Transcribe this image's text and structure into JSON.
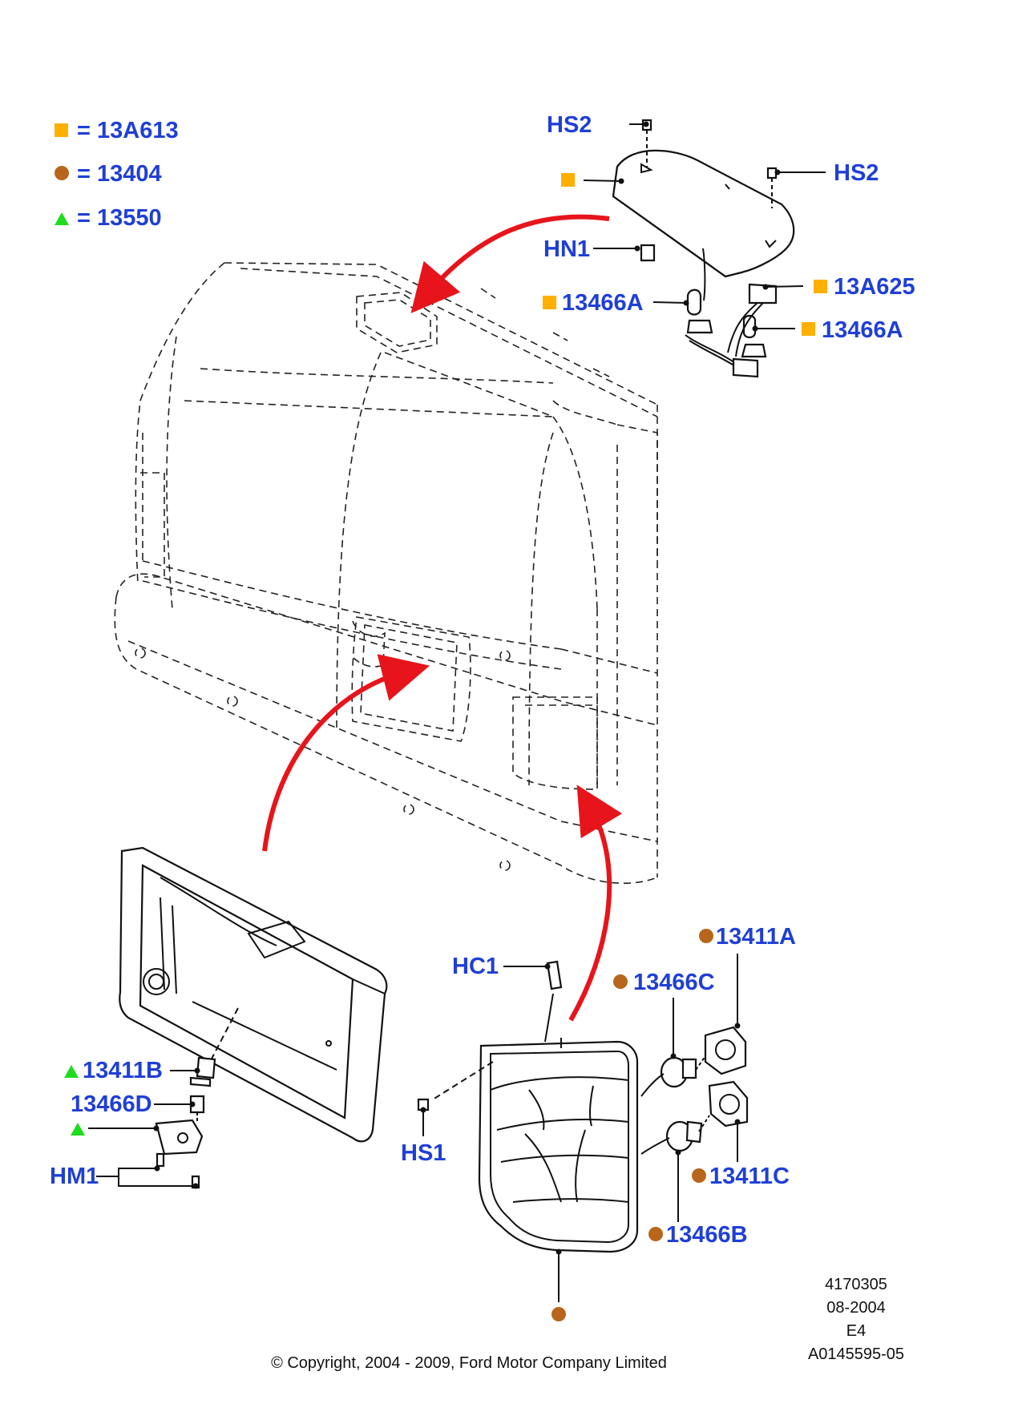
{
  "colors": {
    "label": "#1f3fd6",
    "square_marker": "#ffb000",
    "circle_marker": "#b8661c",
    "triangle_marker": "#1fdc1f",
    "arrow": "#e8141b"
  },
  "legend": {
    "square": {
      "marker": "orange-square-icon",
      "text": "= 13A613"
    },
    "circle": {
      "marker": "brown-circle-icon",
      "text": "= 13404"
    },
    "triangle": {
      "marker": "green-triangle-icon",
      "text": "= 13550"
    }
  },
  "labels": {
    "hs2_top": "HS2",
    "hs2_right": "HS2",
    "hn1": "HN1",
    "p13466a_left": "13466A",
    "p13a625": "13A625",
    "p13466a_right": "13466A",
    "p13411a": "13411A",
    "p13466c": "13466C",
    "hc1": "HC1",
    "p13411b": "13411B",
    "p13466d": "13466D",
    "hm1": "HM1",
    "hs1": "HS1",
    "p13411c": "13411C",
    "p13466b": "13466B"
  },
  "reference": {
    "line1": "4170305",
    "line2": "08-2004",
    "line3": "E4",
    "line4": "A0145595-05"
  },
  "copyright": "© Copyright, 2004 - 2009, Ford Motor Company Limited"
}
